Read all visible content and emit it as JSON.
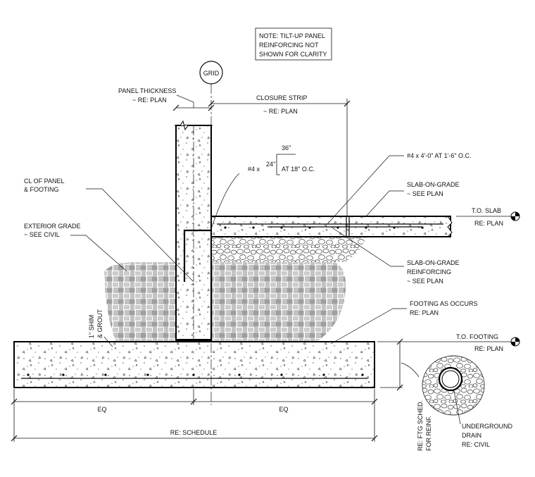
{
  "note": {
    "line1": "NOTE: TILT-UP PANEL",
    "line2": "REINFORCING NOT",
    "line3": "SHOWN FOR CLARITY"
  },
  "grid_label": "GRID",
  "panel_thickness": {
    "line1": "PANEL THICKNESS",
    "line2": "~ RE: PLAN"
  },
  "closure_strip": {
    "line1": "CLOSURE STRIP",
    "line2": "~ RE: PLAN"
  },
  "dowel": {
    "bar": "#4 x",
    "leg1": "24\"",
    "leg2": "36\"",
    "spacing": "AT 18\" O.C."
  },
  "slab_bar": "#4 x 4'-0\" AT 1'-6\" O.C.",
  "cl_panel": {
    "line1": "CL OF PANEL",
    "line2": "& FOOTING"
  },
  "exterior_grade": {
    "line1": "EXTERIOR GRADE",
    "line2": "~ SEE CIVIL"
  },
  "slab_on_grade": {
    "line1": "SLAB-ON-GRADE",
    "line2": "~ SEE PLAN"
  },
  "slab_reinf": {
    "line1": "SLAB-ON-GRADE",
    "line2": "REINFORCING",
    "line3": "~ SEE PLAN"
  },
  "to_slab": {
    "line1": "T.O. SLAB",
    "line2": "RE: PLAN"
  },
  "shim": {
    "line1": "1\" SHIM",
    "line2": "& GROUT"
  },
  "footing": {
    "line1": "FOOTING AS OCCURS",
    "line2": "RE: PLAN"
  },
  "to_footing": {
    "line1": "T.O. FOOTING",
    "line2": "RE: PLAN"
  },
  "ftg_sched": {
    "line1": "RE: FTG SCHED.",
    "line2": "FOR REINF."
  },
  "drain": {
    "line1": "UNDERGROUND",
    "line2": "DRAIN",
    "line3": "RE: CIVIL"
  },
  "dims": {
    "eq_left": "EQ",
    "eq_right": "EQ",
    "schedule": "RE: SCHEDULE"
  }
}
